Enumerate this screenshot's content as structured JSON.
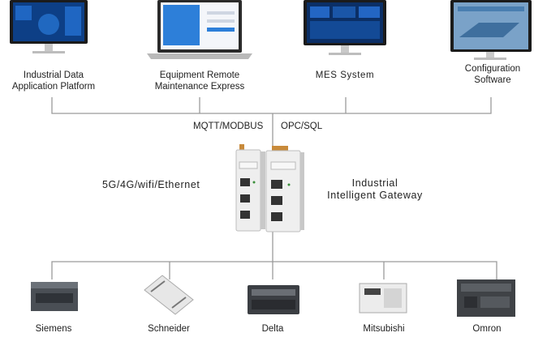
{
  "systems": [
    {
      "label": "Industrial Data\nApplication Platform",
      "icon": "monitor-dashboard-icon"
    },
    {
      "label": "Equipment Remote\nMaintenance Express",
      "icon": "laptop-icon"
    },
    {
      "label": "MES System",
      "icon": "monitor-dashboard-icon"
    },
    {
      "label": "Configuration\nSoftware",
      "icon": "monitor-scada-icon"
    }
  ],
  "protocols": {
    "left": "MQTT/MODBUS",
    "right": "OPC/SQL"
  },
  "connectivity": "5G/4G/wifi/Ethernet",
  "gateway_label": "Industrial\nIntelligent Gateway",
  "devices": [
    {
      "label": "Siemens",
      "icon": "plc-icon"
    },
    {
      "label": "Schneider",
      "icon": "plc-icon"
    },
    {
      "label": "Delta",
      "icon": "plc-icon"
    },
    {
      "label": "Mitsubishi",
      "icon": "plc-icon"
    },
    {
      "label": "Omron",
      "icon": "plc-icon"
    }
  ],
  "colors": {
    "line": "#9a9a9a",
    "screen": "#0b3a7a",
    "gateway": "#d8d8d8"
  }
}
